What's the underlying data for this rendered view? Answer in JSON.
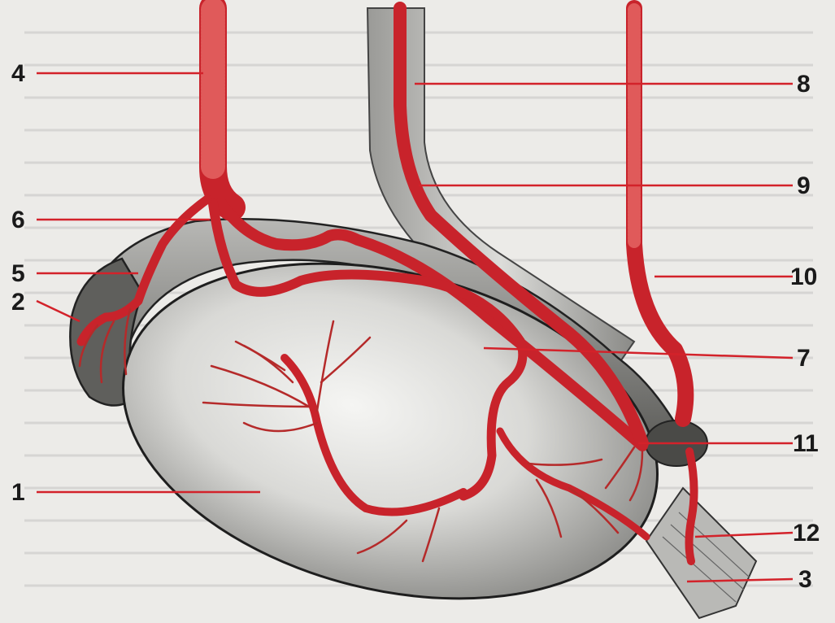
{
  "labels": {
    "l1": "1",
    "l2": "2",
    "l3": "3",
    "l4": "4",
    "l5": "5",
    "l6": "6",
    "l7": "7",
    "l8": "8",
    "l9": "9",
    "l10": "10",
    "l11": "11",
    "l12": "12"
  },
  "colors": {
    "artery": "#c8232b",
    "leader_line": "#d3222a",
    "label_text": "#1a1a1a",
    "background": "#ecebe8"
  }
}
